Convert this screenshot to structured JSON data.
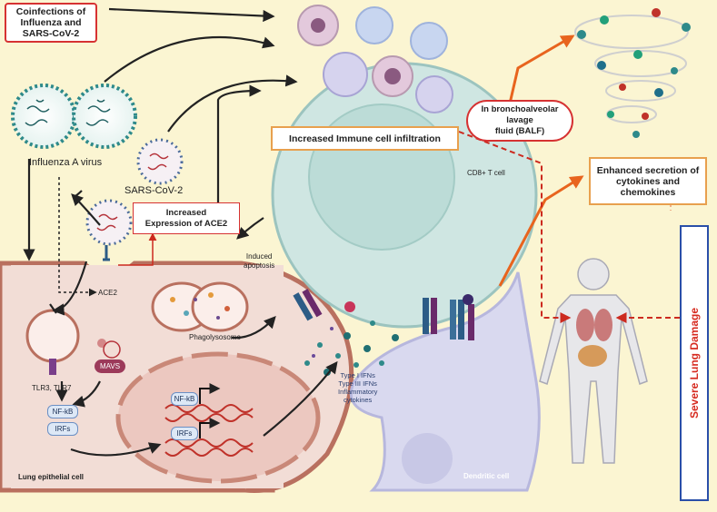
{
  "title_box": {
    "text": "Coinfections of\nInfluenza and\nSARS-CoV-2"
  },
  "viruses": {
    "influenza": "Influenza A virus",
    "sars": "SARS-CoV-2"
  },
  "ace2": {
    "box": "Increased\nExpression of ACE2",
    "receptor": "ACE2"
  },
  "infiltration": {
    "text": "Increased Immune cell infiltration"
  },
  "balf": {
    "text": "In  bronchoalveolar lavage\nfluid (BALF)"
  },
  "secretion": {
    "text": "Enhanced secretion of\ncytokines and\nchemokines"
  },
  "damage": {
    "text": "Severe Lung  Damage"
  },
  "cells": {
    "cd8": "CD8+ T cell",
    "dendritic": "Dendritic cell",
    "epithelial": "Lung epithelial cell",
    "phagolysosome": "Phagolysosome",
    "apoptosis": "Induced\napoptosis"
  },
  "signaling": {
    "tlr": "TLR3, TLR7",
    "mavs": "MAVS",
    "nfkb": "NF-kB",
    "irfs": "IRFs",
    "nfkb_nucleus": "NF-kB",
    "irfs_nucleus": "IRFs"
  },
  "cytokines": {
    "text": "Type I IFNs\nType III IFNs\nInflammatory\ncytokines"
  },
  "colors": {
    "background": "#fbf5d2",
    "epithelial_fill": "#f2ddd6",
    "epithelial_border": "#b9705f",
    "tcell_fill": "#cfe6e2",
    "dendritic_fill": "#d9d9ef",
    "arrow_orange": "#e8641e",
    "dashed_red": "#cc2a1f",
    "damage_text": "#d62b20",
    "damage_border": "#2a4fa8",
    "title_border": "#d63232"
  }
}
